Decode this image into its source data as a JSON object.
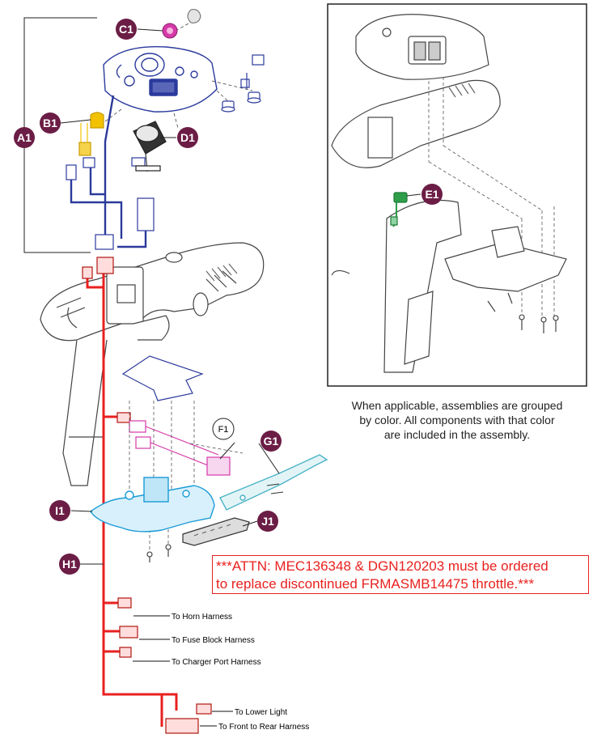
{
  "callouts": {
    "a1": "A1",
    "b1": "B1",
    "c1": "C1",
    "d1": "D1",
    "e1": "E1",
    "f1": "F1",
    "g1": "G1",
    "h1": "H1",
    "i1": "I1",
    "j1": "J1"
  },
  "harness_labels": {
    "horn": "To Horn Harness",
    "fuse_block": "To Fuse Block Harness",
    "charger_port": "To Charger Port Harness",
    "lower_light": "To Lower Light",
    "front_to_rear": "To Front to Rear Harness"
  },
  "note": {
    "lines": [
      "When applicable, assemblies are grouped",
      "by color. All components with that color",
      "are included in the assembly."
    ]
  },
  "attention": {
    "line1": "***ATTN: MEC136348 & DGN120203 must be ordered",
    "line2": "to replace discontinued FRMASMB14475 throttle.***"
  },
  "colors": {
    "callout_fill": "#6b1d45",
    "blue_assembly": "#2b3a9c",
    "red_harness": "#e8211f",
    "yellow_part": "#f2c200",
    "pink_part": "#d63aa8",
    "green_part": "#2f9e4a",
    "cyan_part": "#1a9bd7",
    "teal_part": "#4ab3c6",
    "gray_line": "#333333"
  }
}
